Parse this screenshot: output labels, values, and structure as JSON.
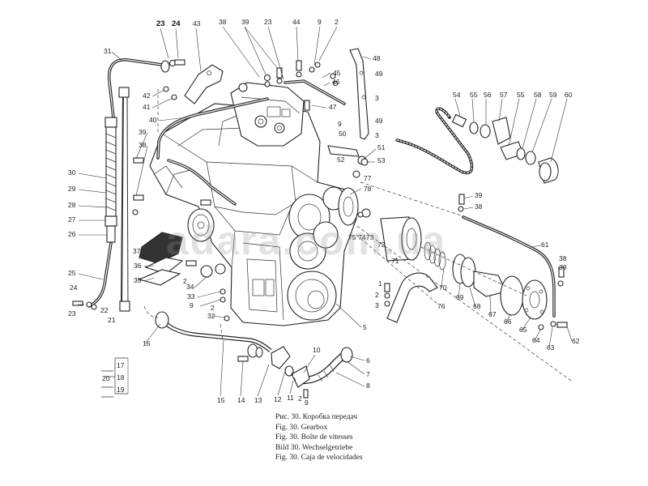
{
  "caption": [
    "Рис. 30. Коробка передач",
    "Fig. 30. Gearbox",
    "Fig. 30. Boîte de vitesses",
    "Bild 30. Wechselgetriebe",
    "Fig. 30. Caja de velocidades"
  ],
  "watermark": "adara.com.ua",
  "labels": {
    "l1": "1",
    "l2": "2",
    "l2b": "2",
    "l2c": "2",
    "l2d": "2",
    "l2e": "2",
    "l3": "3",
    "l3b": "3",
    "l3c": "3",
    "l5": "5",
    "l6": "6",
    "l7": "7",
    "l8": "8",
    "l9": "9",
    "l9b": "9",
    "l9c": "9",
    "l9d": "9",
    "l10": "10",
    "l11": "11",
    "l12": "12",
    "l13": "13",
    "l14": "14",
    "l15": "15",
    "l16": "16",
    "l17": "17",
    "l18": "18",
    "l19": "19",
    "l20": "20",
    "l21": "21",
    "l22": "22",
    "l23": "23",
    "l23b": "23",
    "l23c": "23",
    "l24": "24",
    "l24b": "24",
    "l25": "25",
    "l26": "26",
    "l27": "27",
    "l28": "28",
    "l29": "29",
    "l30": "30",
    "l31": "31",
    "l32": "32",
    "l33": "33",
    "l34": "34",
    "l35": "35",
    "l36": "36",
    "l37": "37",
    "l38": "38",
    "l38b": "38",
    "l38c": "38",
    "l38d": "38",
    "l39": "39",
    "l39b": "39",
    "l39c": "39",
    "l39d": "39",
    "l40": "40",
    "l41": "41",
    "l42": "42",
    "l43": "43",
    "l44": "44",
    "l45": "45",
    "l46": "46",
    "l47": "47",
    "l48": "48",
    "l49": "49",
    "l49b": "49",
    "l50": "50",
    "l51": "51",
    "l52": "52",
    "l53": "53",
    "l54": "54",
    "l55": "55",
    "l56": "56",
    "l57": "57",
    "l58": "58",
    "l59": "59",
    "l60": "60",
    "l61": "61",
    "l62": "62",
    "l63": "63",
    "l64": "64",
    "l65": "65",
    "l66": "66",
    "l67": "67",
    "l68": "68",
    "l69": "69",
    "l70": "70",
    "l71": "71",
    "l72": "72",
    "l73": "73",
    "l74": "74",
    "l75": "75",
    "l76": "76",
    "l77": "77",
    "l78": "78"
  }
}
